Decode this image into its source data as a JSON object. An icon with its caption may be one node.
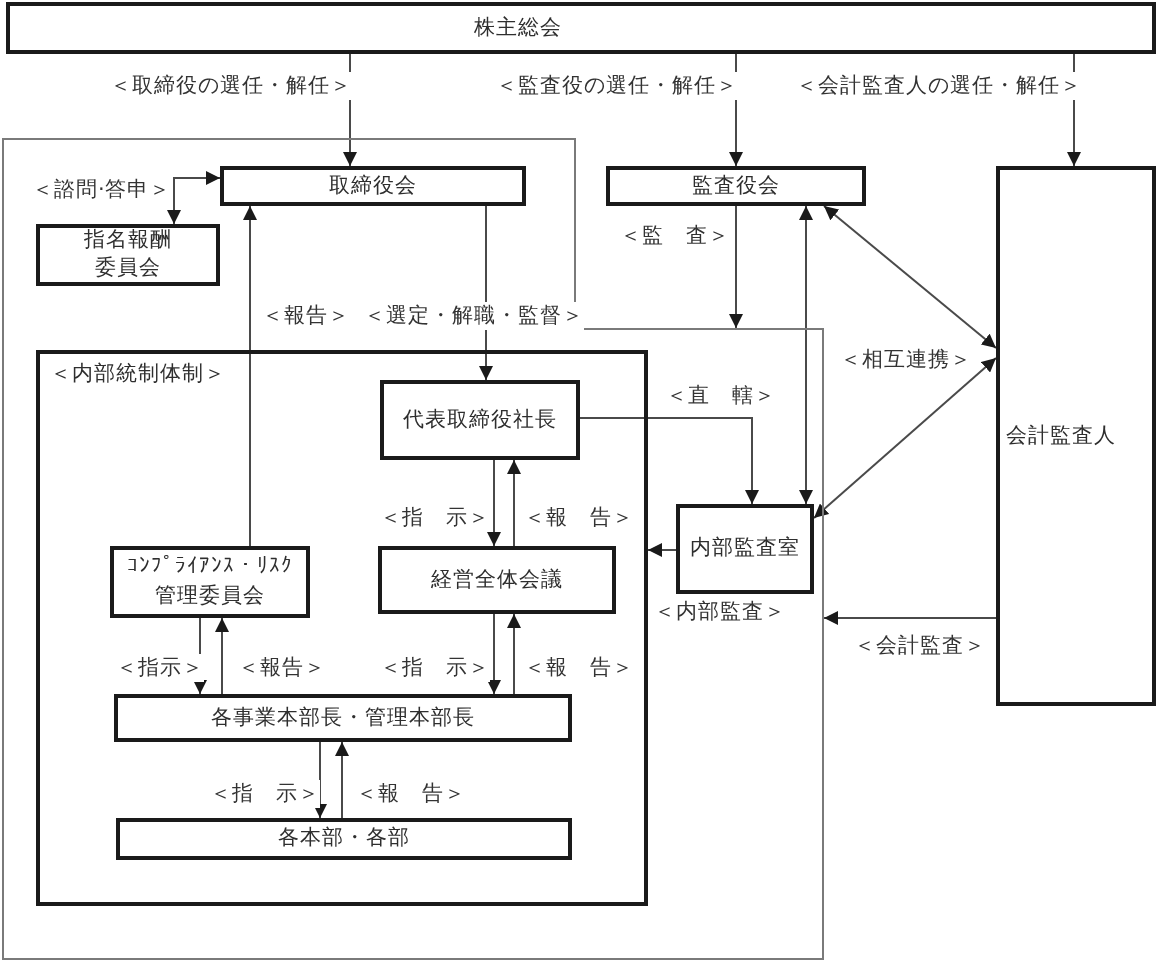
{
  "diagram": {
    "nodes": [
      {
        "text": [
          "株主総会"
        ]
      },
      {
        "text": [],
        "shape": "box"
      },
      {
        "text": [
          "取締役会"
        ],
        "in": 1
      },
      {
        "text": [
          "監査役会"
        ]
      },
      {
        "text": [
          "会計監査人"
        ]
      },
      {
        "text": [
          "指名報酬委員会"
        ],
        "in": 1
      },
      {
        "text": [
          "＜内部統制体制＞"
        ],
        "in": 1
      },
      {
        "text": [
          "代表取締役社長"
        ],
        "in": 6
      },
      {
        "text": [
          "内部監査室"
        ],
        "in": 1
      },
      {
        "text": [
          "ｺﾝﾌﾟﾗｲｱﾝｽ・ﾘｽｸ管理委員会"
        ],
        "in": 6
      },
      {
        "text": [
          "経営全体会議"
        ],
        "in": 6
      },
      {
        "text": [
          "各事業本部長・管理本部長"
        ],
        "in": 6
      },
      {
        "text": [
          "各本部・各部"
        ],
        "in": 6
      }
    ],
    "edges": [
      {
        "from": 0,
        "to": 2,
        "arrow": "to",
        "label": "＜取締役の選任・解任＞"
      },
      {
        "from": 0,
        "to": 3,
        "arrow": "to",
        "label": "＜監査役の選任・解任＞"
      },
      {
        "from": 0,
        "to": 4,
        "arrow": "to",
        "label": "＜会計監査人の選任・解任＞"
      },
      {
        "from": 2,
        "to": 5,
        "arrow": "both",
        "label": "＜諮問·答申＞"
      },
      {
        "from": 2,
        "to": 7,
        "arrow": "to",
        "label": "＜選定・解職・監督＞"
      },
      {
        "from": 9,
        "to": 2,
        "arrow": "to",
        "label": "＜報告＞"
      },
      {
        "from": 3,
        "to": 1,
        "arrow": "to",
        "label": "＜監　査＞"
      },
      {
        "from": 3,
        "to": 8,
        "arrow": "both"
      },
      {
        "from": 3,
        "to": 4,
        "arrow": "both"
      },
      {
        "from": 8,
        "to": 4,
        "arrow": "both"
      },
      {
        "from": 7,
        "to": 8,
        "arrow": "to",
        "label": "＜直　轄＞"
      },
      {
        "from": 8,
        "to": 6,
        "arrow": "to",
        "label": "＜内部監査＞"
      },
      {
        "from": 4,
        "to": 1,
        "arrow": "to",
        "label": "＜会計監査＞"
      },
      {
        "from": 7,
        "to": 10,
        "arrow": "to",
        "label": "＜指　示＞"
      },
      {
        "from": 10,
        "to": 7,
        "arrow": "to",
        "label": "＜報　告＞"
      },
      {
        "from": 9,
        "to": 11,
        "arrow": "to",
        "label": "＜指示＞"
      },
      {
        "from": 11,
        "to": 9,
        "arrow": "to",
        "label": "＜報告＞"
      },
      {
        "from": 10,
        "to": 11,
        "arrow": "to",
        "label": "＜指　示＞"
      },
      {
        "from": 11,
        "to": 10,
        "arrow": "to",
        "label": "＜報　告＞"
      },
      {
        "from": 11,
        "to": 12,
        "arrow": "to",
        "label": "＜指　示＞"
      },
      {
        "from": 12,
        "to": 11,
        "arrow": "to",
        "label": "＜報　告＞"
      }
    ],
    "labels": [
      "＜相互連携＞"
    ]
  }
}
